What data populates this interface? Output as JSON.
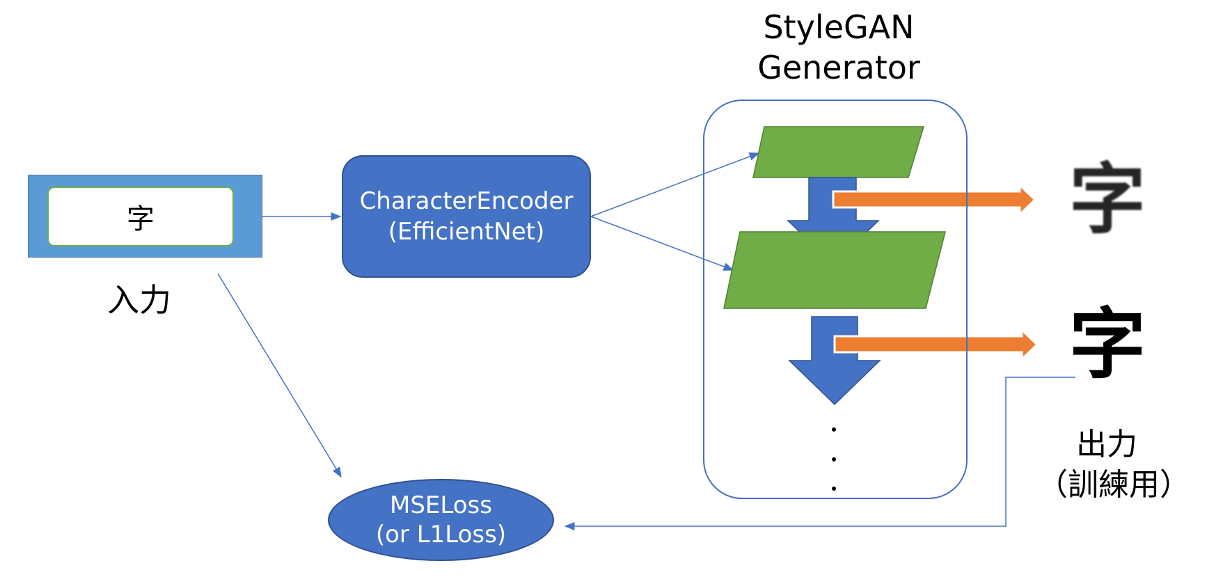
{
  "input": {
    "char": "字",
    "label": "入力"
  },
  "encoder": {
    "line1": "CharacterEncoder",
    "line2": "(EfficientNet)"
  },
  "generator": {
    "title_line1": "StyleGAN",
    "title_line2": "Generator",
    "ellipsis": "⋮"
  },
  "outputs": {
    "char_low_res": "字",
    "char_high_res": "字",
    "label_line1": "出力",
    "label_line2": "（訓練用）"
  },
  "loss": {
    "line1": "MSELoss",
    "line2": "(or L1Loss)"
  },
  "colors": {
    "blue": "#4472c4",
    "light_blue": "#5b9bd5",
    "green": "#70ad47",
    "orange": "#ed7d31"
  }
}
